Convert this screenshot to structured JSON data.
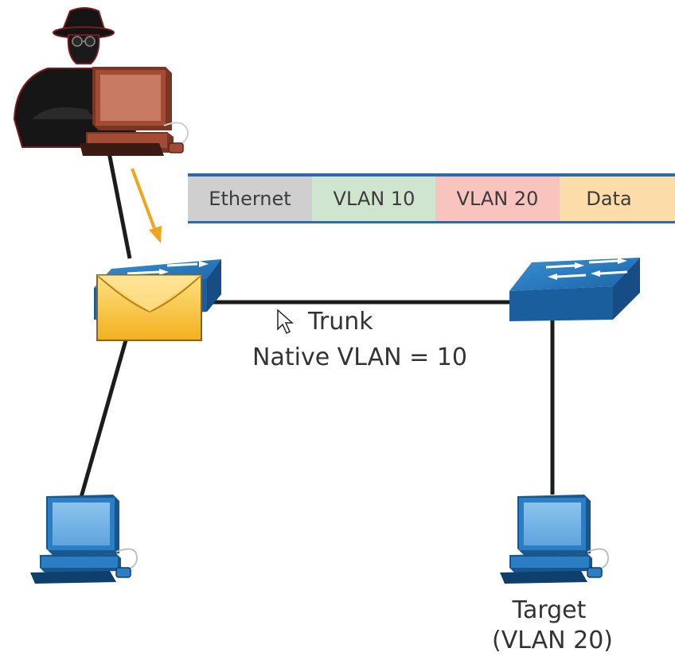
{
  "frame": {
    "segments": [
      {
        "label": "Ethernet",
        "color": "#cfcfcf"
      },
      {
        "label": "VLAN 10",
        "color": "#cfe5cf"
      },
      {
        "label": "VLAN 20",
        "color": "#f8c4bd"
      },
      {
        "label": "Data",
        "color": "#fcdca8"
      }
    ]
  },
  "trunk": {
    "label": "Trunk",
    "native_vlan_label": "Native VLAN = 10"
  },
  "target": {
    "label": "Target",
    "vlan_label": "(VLAN 20)"
  },
  "colors": {
    "link": "#1c1c1c",
    "switch": "#1f73b8",
    "pc": "#2b7dc4",
    "attacker_pc": "#c06a52",
    "envelope": "#f5bf2a",
    "arrow": "#f0a51e"
  },
  "icons": {
    "attacker": "hacker-icon",
    "left-switch": "switch-icon",
    "right-switch": "switch-icon",
    "left-pc": "pc-icon",
    "target-pc": "pc-icon",
    "packet": "envelope-icon",
    "cursor": "mouse-cursor-icon"
  }
}
